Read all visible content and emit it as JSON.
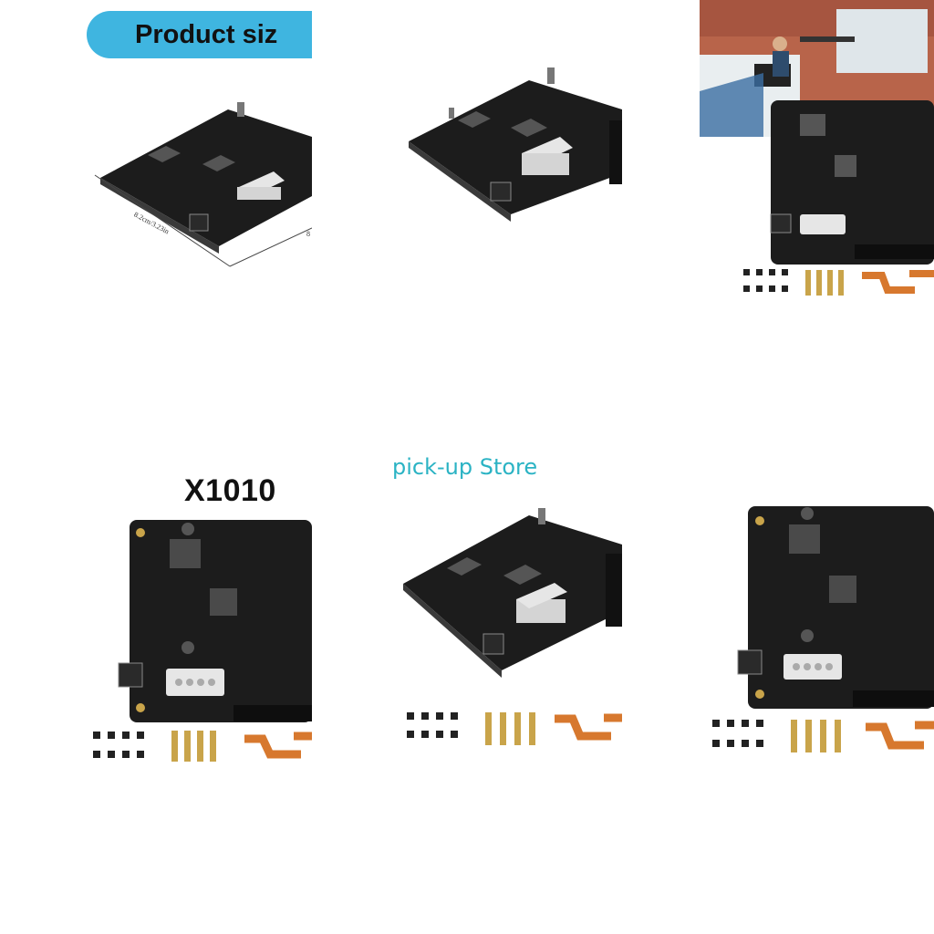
{
  "store": {
    "name": "pick-up Store",
    "color": "#2bb3c4"
  },
  "tiles": [
    {
      "banner": "Product siz",
      "dimension_a": "8.2cm/3.23in",
      "dimension_b": "8"
    },
    {},
    {},
    {
      "title": "X1010"
    },
    {},
    {}
  ],
  "colors": {
    "banner": "#3fb5e0",
    "pcb": "#1c1c1c",
    "connector": "#e6e6e6",
    "brass": "#c9a44a",
    "ribbon": "#d7782e"
  }
}
